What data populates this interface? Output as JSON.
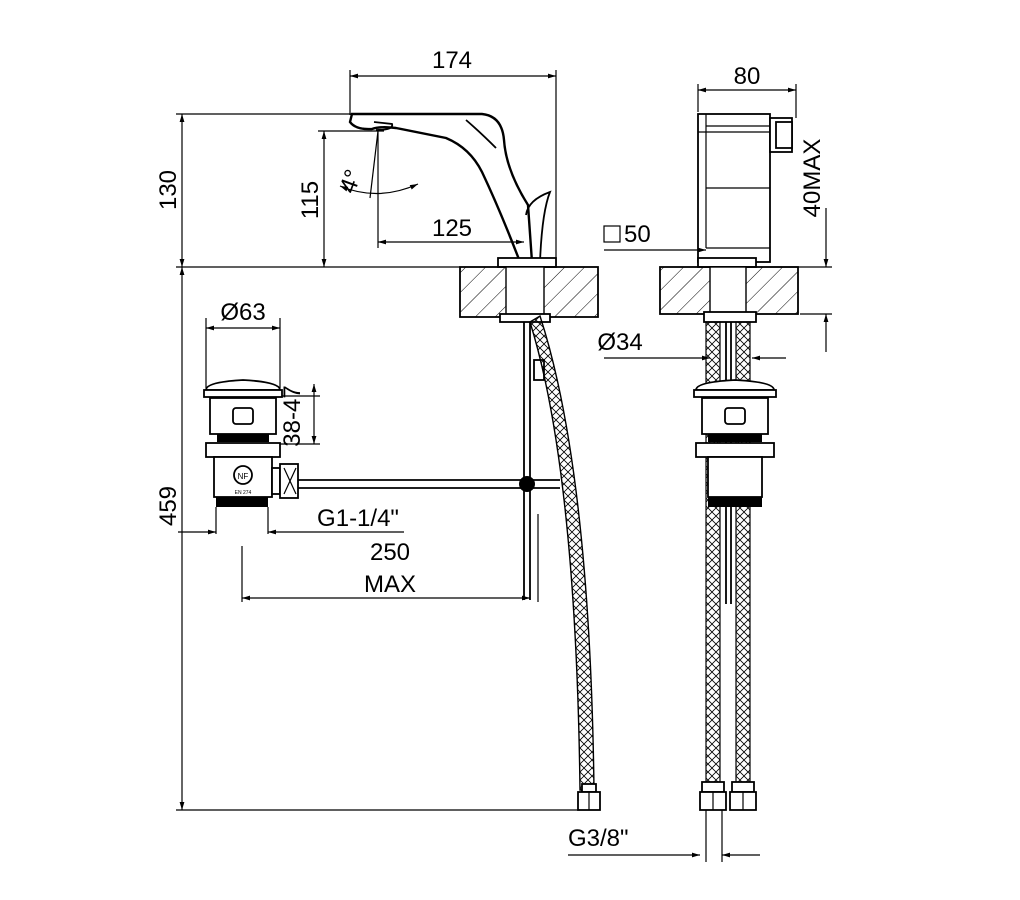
{
  "dimensions": {
    "spout_width": "174",
    "body_width": "80",
    "total_height": "130",
    "spout_height": "115",
    "spout_reach": "125",
    "angle": "4°",
    "base_square": "50",
    "deck_thickness": "40MAX",
    "hole_diameter": "Ø34",
    "waste_diameter": "Ø63",
    "waste_adjust": "38-47",
    "waste_thread": "G1-1/4\"",
    "pull_rod": "250",
    "pull_rod_max": "MAX",
    "hose_length": "459",
    "hose_thread": "G3/8\""
  },
  "markings": {
    "certification_logo": "NF",
    "certification_text": "EN 274"
  }
}
